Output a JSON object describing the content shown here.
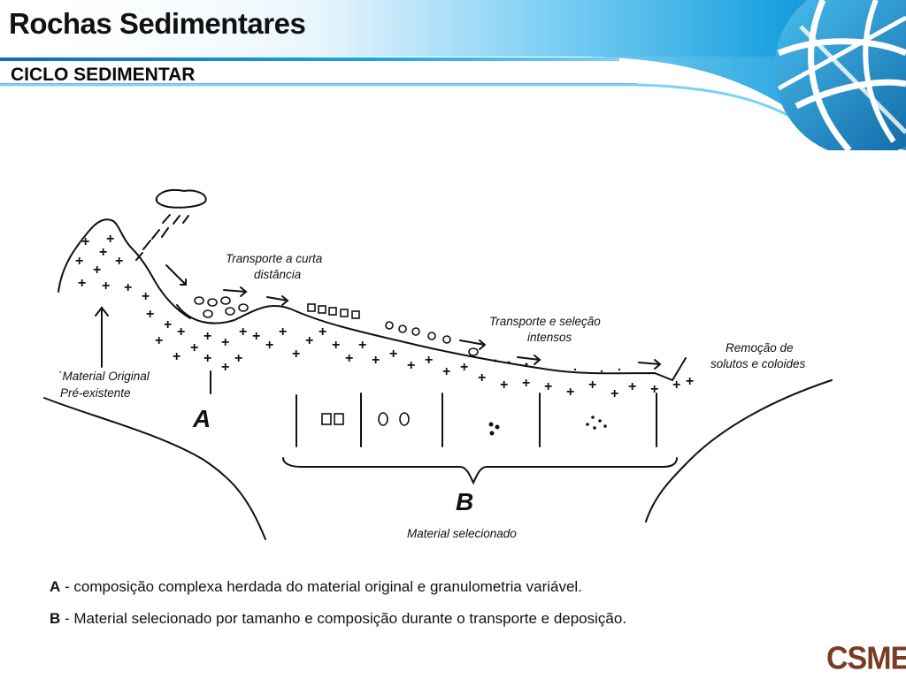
{
  "header": {
    "title": "Rochas Sedimentares",
    "subtitle": "CICLO SEDIMENTAR"
  },
  "diagram": {
    "label_original": [
      "`Material Original",
      "Pré-existente"
    ],
    "label_transport_short": [
      "Transporte a curta",
      "distância"
    ],
    "label_transport_intense": [
      "Transporte e seleção",
      "intensos"
    ],
    "label_removal": [
      "Remoção de",
      "solutos e coloides"
    ],
    "label_a": "A",
    "label_b": "B",
    "label_selected": "Material selecionado"
  },
  "captions": {
    "a_key": "A",
    "a_text": " - composição complexa herdada do material original e granulometria variável.",
    "b_key": "B",
    "b_text": " - Material selecionado por tamanho e composição durante o transporte e deposição."
  },
  "logo": {
    "text": "CSME",
    "color": "#7a3b22"
  },
  "colors": {
    "band_blue": "#1ea3e0",
    "band_dark": "#0b6fb3"
  }
}
